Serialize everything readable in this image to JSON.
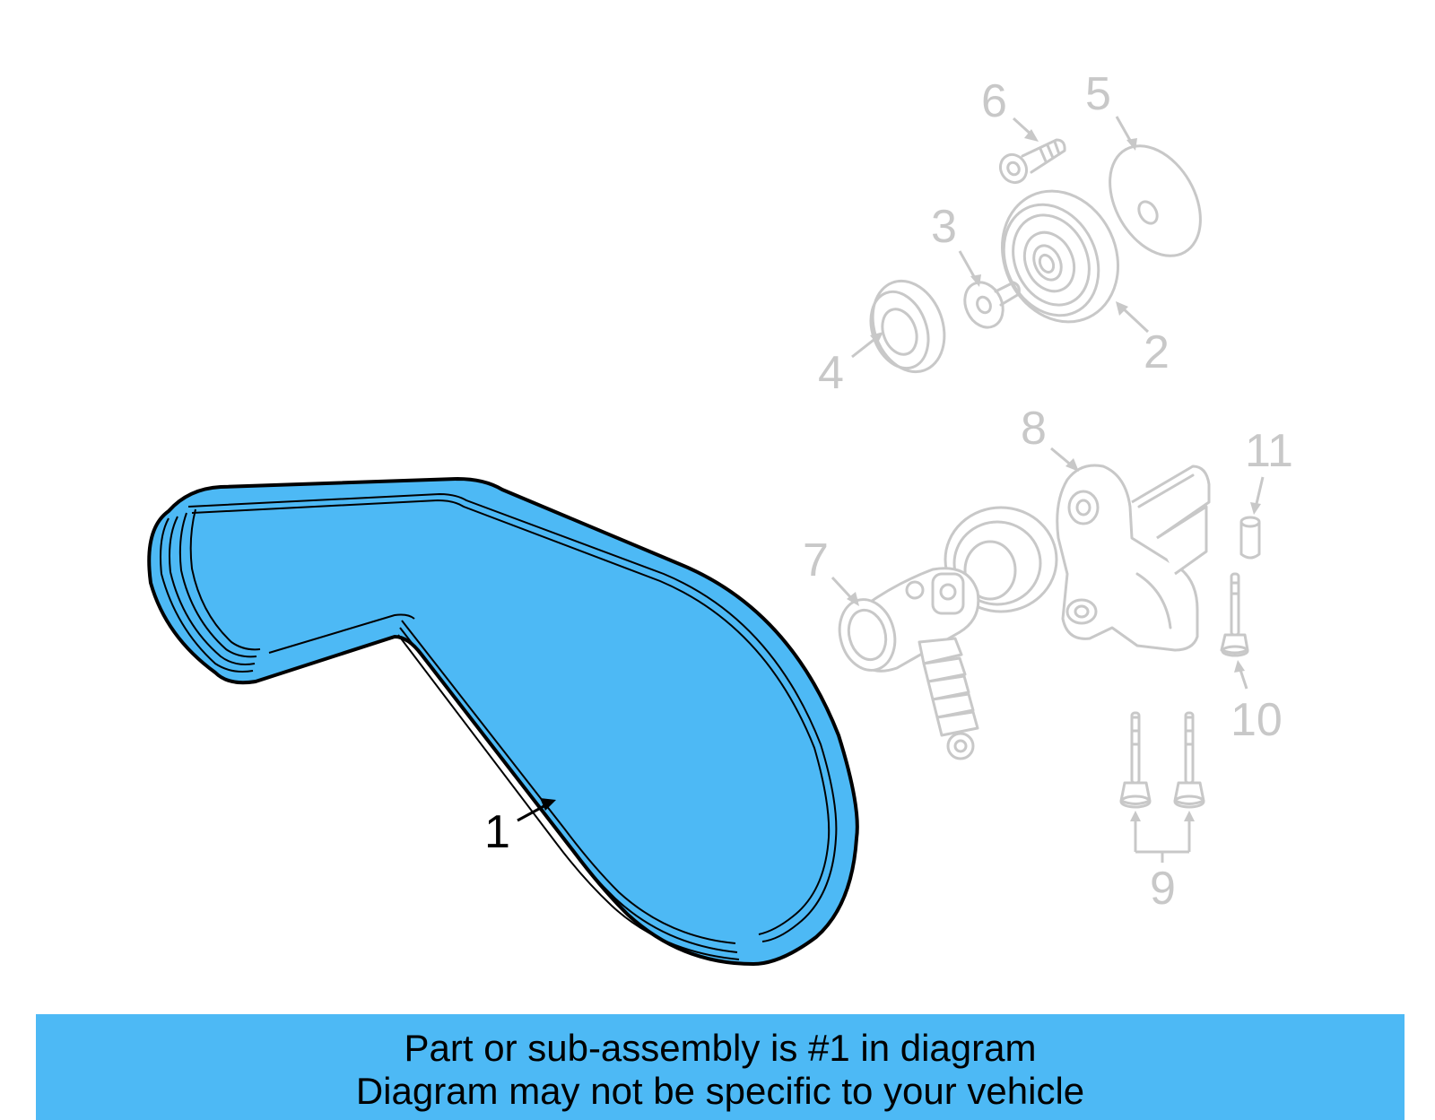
{
  "colors": {
    "highlight": "#4db9f5",
    "ghost_line": "#c8c8c8",
    "outline": "#000000",
    "background": "#ffffff"
  },
  "callouts": {
    "c1": "1",
    "c2": "2",
    "c3": "3",
    "c4": "4",
    "c5": "5",
    "c6": "6",
    "c7": "7",
    "c8": "8",
    "c9": "9",
    "c10": "10",
    "c11": "11"
  },
  "caption": {
    "line1": "Part or sub-assembly is #1 in diagram",
    "line2": "Diagram may not be specific to your vehicle"
  }
}
